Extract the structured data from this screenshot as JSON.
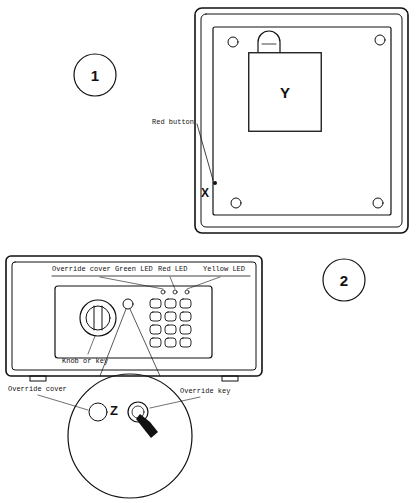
{
  "diagram": {
    "nodes": [
      {
        "text": [
          "1"
        ]
      },
      {
        "text": [
          "Y"
        ]
      },
      {
        "text": [
          "2"
        ]
      }
    ],
    "labels": [
      "Red button",
      "X",
      "Override cover Green LED",
      "Red LED",
      "Yellow LED",
      "Knob or key",
      "Override cover",
      "Z",
      "Override key"
    ]
  }
}
